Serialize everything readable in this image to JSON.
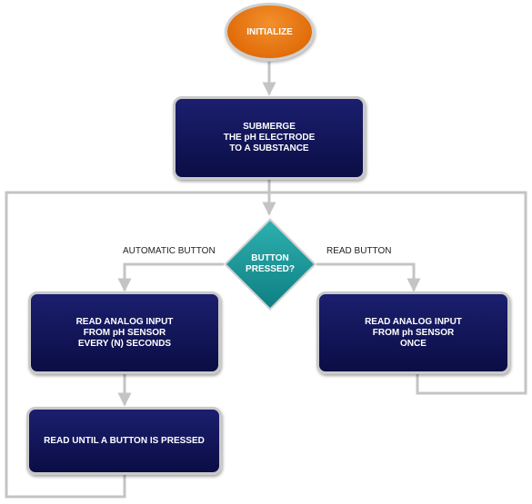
{
  "nodes": {
    "start": {
      "label": "INITIALIZE"
    },
    "submerge": {
      "lines": [
        "SUBMERGE",
        "THE pH ELECTRODE",
        "TO A SUBSTANCE"
      ]
    },
    "decision": {
      "lines": [
        "BUTTON",
        "PRESSED?"
      ]
    },
    "read_auto": {
      "lines": [
        "READ ANALOG INPUT",
        "FROM pH SENSOR",
        "EVERY (N) SECONDS"
      ]
    },
    "read_once": {
      "lines": [
        "READ ANALOG INPUT",
        "FROM ph SENSOR",
        "ONCE"
      ]
    },
    "read_until": {
      "label": "READ UNTIL A BUTTON IS PRESSED"
    }
  },
  "edges": {
    "automatic_label": "AUTOMATIC BUTTON",
    "read_label": "READ BUTTON"
  },
  "colors": {
    "start_fill": "#e86f0c",
    "process_fill": "#0b0d45",
    "decision_fill": "#138a8c",
    "connector": "#c4c4c4"
  }
}
